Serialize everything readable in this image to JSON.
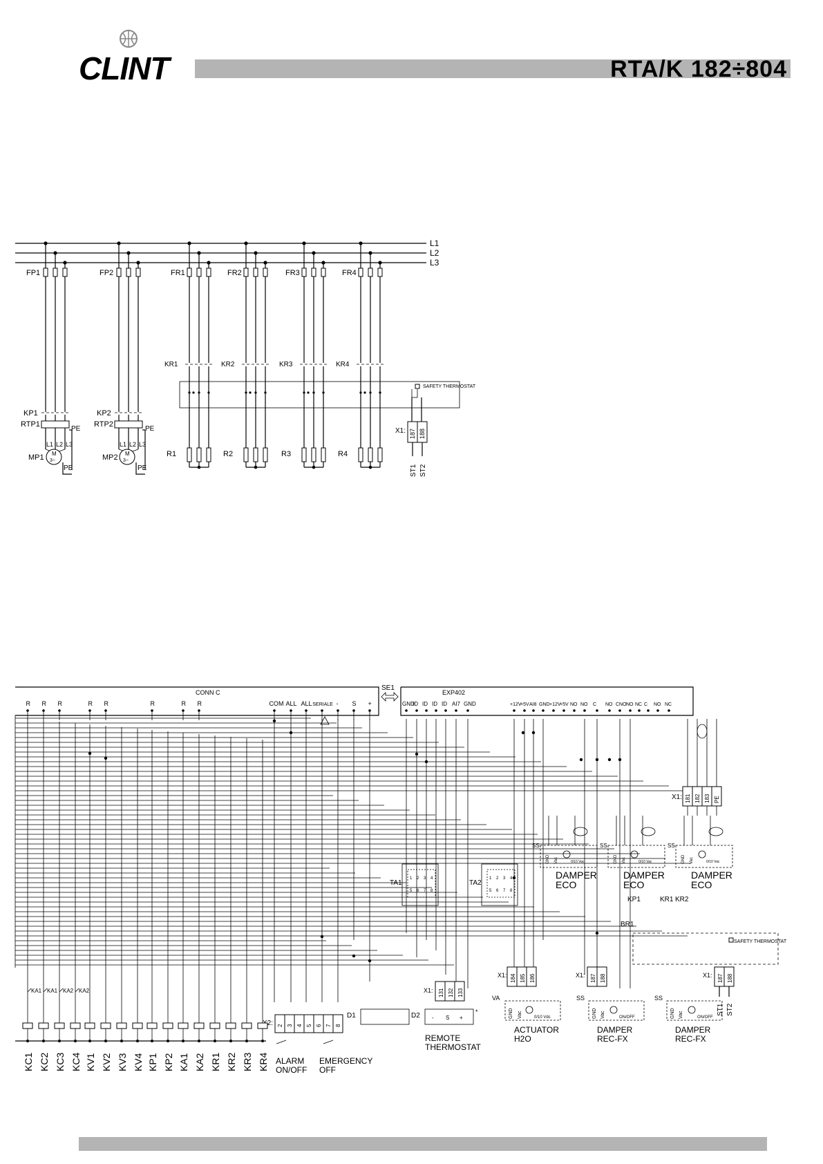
{
  "header": {
    "brand": "CLINT",
    "model": "RTA/K 182÷804"
  },
  "power_diagram": {
    "lines": [
      "L1",
      "L2",
      "L3"
    ],
    "fuses": [
      "FP1",
      "FP2",
      "FR1",
      "FR2",
      "FR3",
      "FR4"
    ],
    "contactors_heaters": [
      "KR1",
      "KR2",
      "KR3",
      "KR4"
    ],
    "heaters": [
      "R1",
      "R2",
      "R3",
      "R4"
    ],
    "pump_labels": {
      "kp1": "KP1",
      "rtp1": "RTP1",
      "mp1": "MP1",
      "kp2": "KP2",
      "rtp2": "RTP2",
      "mp2": "MP2",
      "pe": "PE",
      "phase_l1": "L1",
      "phase_l2": "L2",
      "phase_l3": "L3",
      "motor": "M",
      "motor_phase": "3~"
    },
    "safety_thermostat": "SAFETY THERMOSTAT",
    "terminal_block": {
      "label": "X1:",
      "terminals": [
        "187",
        "188"
      ]
    },
    "outputs": [
      "ST1",
      "ST2"
    ]
  },
  "control_diagram": {
    "conn_c": {
      "title": "CONN C",
      "pins": [
        "R",
        "R",
        "R",
        "R",
        "R",
        "R",
        "R",
        "R",
        "COM",
        "ALL",
        "ALL",
        "SERIALE",
        "-",
        "S",
        "+"
      ]
    },
    "se1": "SE1",
    "exp402": {
      "title": "EXP402",
      "pins_left": [
        "GND",
        "ID",
        "ID",
        "ID",
        "ID",
        "AI7",
        "GND"
      ],
      "pins_right": [
        "+12V",
        "+5V",
        "AI8",
        "GND",
        "+12V",
        "+5V",
        "NO",
        "NO",
        "C",
        "NO",
        "CNO",
        "NO",
        "NC",
        "C",
        "NO",
        "NC"
      ]
    },
    "x1_top": {
      "label": "X1:",
      "terminals": [
        "181",
        "182",
        "183",
        "PE"
      ]
    },
    "dampers_eco": [
      {
        "ss": "SS",
        "name": "DAMPER",
        "sub": "ECO"
      },
      {
        "ss": "SS",
        "name": "DAMPER",
        "sub": "ECO"
      },
      {
        "ss": "SS",
        "name": "DAMPER",
        "sub": "ECO"
      }
    ],
    "damper_pins": [
      "GND",
      "Vac",
      "0/10 Vac"
    ],
    "ta_blocks": [
      {
        "name": "TA1",
        "top": [
          "1",
          "2",
          "3",
          "4"
        ],
        "bottom": [
          "5",
          "6",
          "7",
          "8"
        ]
      },
      {
        "name": "TA2",
        "top": [
          "1",
          "2",
          "3",
          "4"
        ],
        "bottom": [
          "5",
          "6",
          "7",
          "8"
        ]
      }
    ],
    "br1": {
      "label": "BR1",
      "contacts": [
        "KP1",
        "KR1",
        "KR2"
      ],
      "safety": "SAFETY THERMOSTAT"
    },
    "x1_actuator": {
      "label": "X1:",
      "terminals": [
        "184",
        "185",
        "186"
      ]
    },
    "x1_damper_rec": {
      "label": "X1:",
      "terminals": [
        "187",
        "188"
      ]
    },
    "x1_st": {
      "label": "X1:",
      "terminals": [
        "187",
        "188"
      ],
      "outputs": [
        "ST1",
        "ST2"
      ]
    },
    "x1_remote": {
      "label": "X1:",
      "terminals": [
        "131",
        "132",
        "133"
      ]
    },
    "actuator": {
      "va": "VA",
      "pins": [
        "GND",
        "Vac",
        "0/10 Vdc"
      ],
      "name": "ACTUATOR",
      "sub": "H2O"
    },
    "damper_rec": [
      {
        "ss": "SS",
        "pins": [
          "GND",
          "Vac",
          "ON/OFF"
        ],
        "name": "DAMPER",
        "sub": "REC-FX"
      },
      {
        "ss": "SS",
        "pins": [
          "GND",
          "Vac",
          "ON/OFF"
        ],
        "name": "DAMPER",
        "sub": "REC-FX"
      }
    ],
    "remote": {
      "d1": "D1",
      "d2": "D2",
      "name": "REMOTE",
      "sub": "THERMOSTAT",
      "pins": [
        "-",
        "S",
        "+"
      ],
      "asterisk": "*"
    },
    "aux_contacts": [
      "KA1",
      "KA1",
      "KA2",
      "KA2"
    ],
    "x2": {
      "label": "X2:",
      "terminals": [
        "2",
        "3",
        "4",
        "5",
        "6",
        "7",
        "8"
      ]
    },
    "alarm": [
      "ALARM",
      "ON/OFF"
    ],
    "emergency": [
      "EMERGENCY",
      "OFF"
    ],
    "coils": [
      "KC1",
      "KC2",
      "KC3",
      "KC4",
      "KV1",
      "KV2",
      "KV3",
      "KV4",
      "KP1",
      "KP2",
      "KA1",
      "KA2",
      "KR1",
      "KR2",
      "KR3",
      "KR4"
    ]
  }
}
